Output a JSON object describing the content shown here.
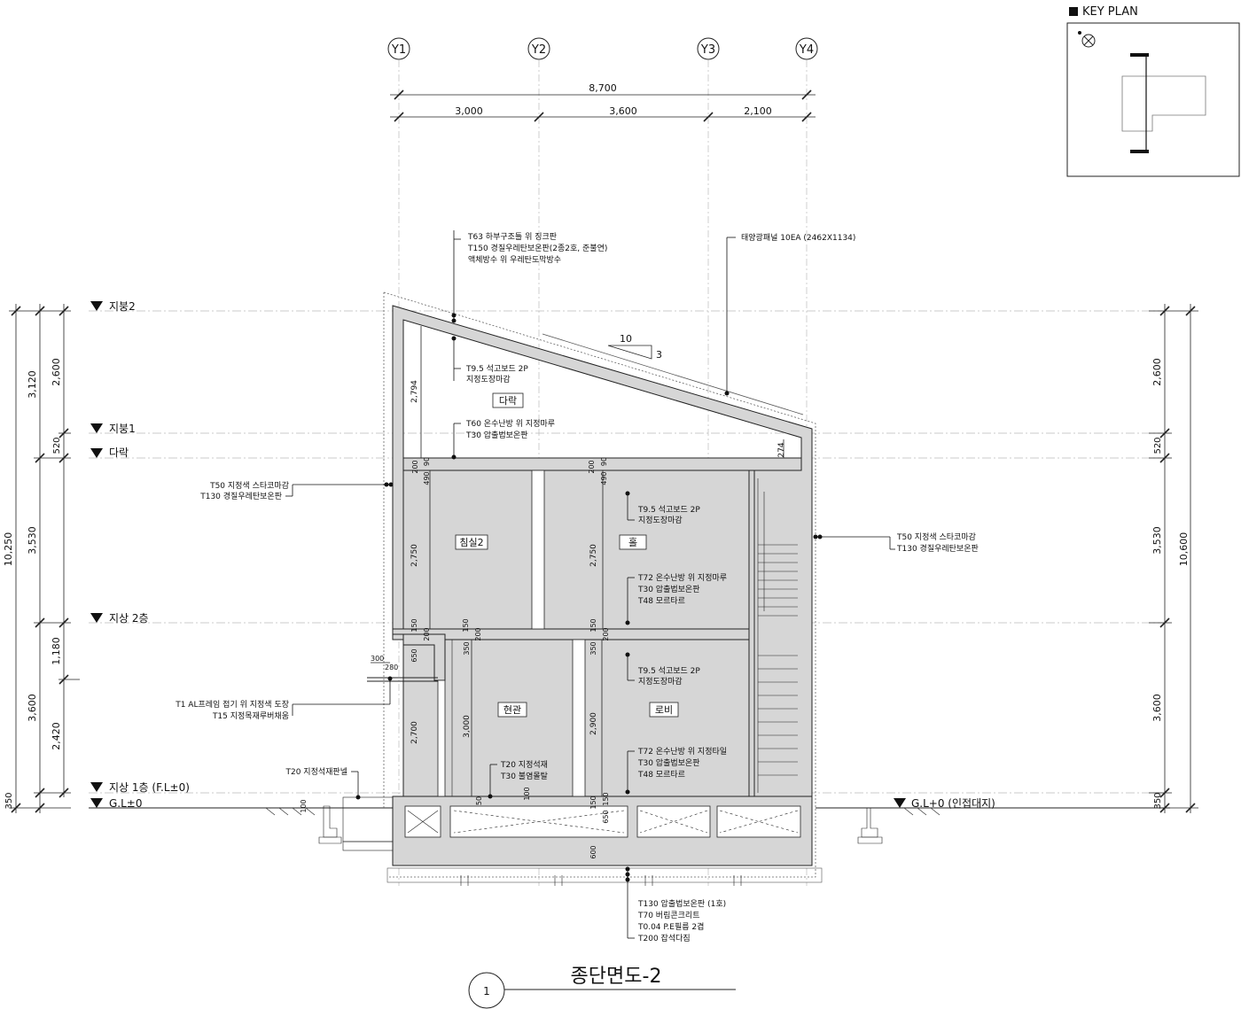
{
  "title": "종단면도-2",
  "drawing_number": "1",
  "key_plan": {
    "label": "KEY PLAN"
  },
  "grid_axes": [
    "Y1",
    "Y2",
    "Y3",
    "Y4"
  ],
  "dims_top": {
    "total": "8,700",
    "spans": [
      "3,000",
      "3,600",
      "2,100"
    ]
  },
  "levels": {
    "roof2": "지붕2",
    "roof1": "지붕1",
    "attic": "다락",
    "floor2": "지상 2층",
    "floor1": "지상 1층 (F.L±0)",
    "gl_left": "G.L±0",
    "gl_right": "G.L+0 (인접대지)"
  },
  "dims_left": {
    "overall": "10,250",
    "upper": "3,120",
    "mid": "3,530",
    "lower": "3,600",
    "base": "350",
    "roof_a": "2,600",
    "roof_b": "520",
    "win_a": "1,180",
    "win_b": "2,420"
  },
  "dims_right": {
    "overall": "10,600",
    "a": "2,600",
    "b": "520",
    "c": "3,530",
    "d": "3,600",
    "e": "350"
  },
  "slope": {
    "run": "10",
    "rise": "3"
  },
  "rooms": {
    "attic": "다락",
    "bedroom2": "침실2",
    "hall": "홀",
    "entrance": "현관",
    "lobby": "로비"
  },
  "inner_dims": {
    "attic_h": "2,794",
    "attic_side": "274",
    "f2_h_left": "2,750",
    "f2_h_right": "2,750",
    "f1_h_left": "2,700",
    "f1_h_mid": "3,000",
    "f1_h_right": "2,900",
    "slab200_a": "200",
    "slab90_a": "90",
    "slab490_a": "490",
    "slab200_b": "200",
    "slab90_b": "90",
    "slab490_b": "490",
    "s150_a": "150",
    "s200_a": "200",
    "s150_b": "150",
    "s200_b": "200",
    "s150_c": "150",
    "s200_c": "200",
    "s650": "650",
    "s350_a": "350",
    "s350_b": "350",
    "canopy300": "300",
    "canopy280": "280",
    "found100_a": "100",
    "found50": "50",
    "found100_b": "100",
    "found150": "150",
    "found150_b": "150",
    "found650": "650",
    "found600": "600"
  },
  "notes": {
    "roof_top": [
      "T63 하부구조틀 위 징크판",
      "T150 경질우레탄보온판(2종2호, 준불연)",
      "액체방수 위 우레탄도막방수"
    ],
    "solar": "태양광패널 10EA (2462X1134)",
    "attic_ceiling": [
      "T9.5 석고보드 2P",
      "지정도장마감"
    ],
    "attic_floor": [
      "T60 온수난방 위 지정마루",
      "T30 압출법보온판"
    ],
    "wall_left": [
      "T50 지정색 스타코마감",
      "T130 경질우레탄보온판"
    ],
    "hall_ceiling": [
      "T9.5 석고보드 2P",
      "지정도장마감"
    ],
    "wall_right": [
      "T50 지정색 스타코마감",
      "T130 경질우레탄보온판"
    ],
    "f2_floor": [
      "T72 온수난방 위 지정마루",
      "T30 압출법보온판",
      "T48 모르타르"
    ],
    "lobby_ceiling": [
      "T9.5 석고보드 2P",
      "지정도장마감"
    ],
    "canopy": [
      "T1 AL프레임 접기 위 지정색 도장",
      "T15 지정목재루버채움"
    ],
    "entrance_floor": [
      "T20 지정석재",
      "T30 불염몰탈"
    ],
    "stone_panel": "T20 지정석재판넬",
    "f1_floor": [
      "T72 온수난방 위 지정타일",
      "T30 압출법보온판",
      "T48 모르타르"
    ],
    "foundation": [
      "T130 압출법보온판 (1호)",
      "T70 버림콘크리트",
      "T0.04 P.E필름 2겹",
      "T200 잡석다짐"
    ]
  }
}
